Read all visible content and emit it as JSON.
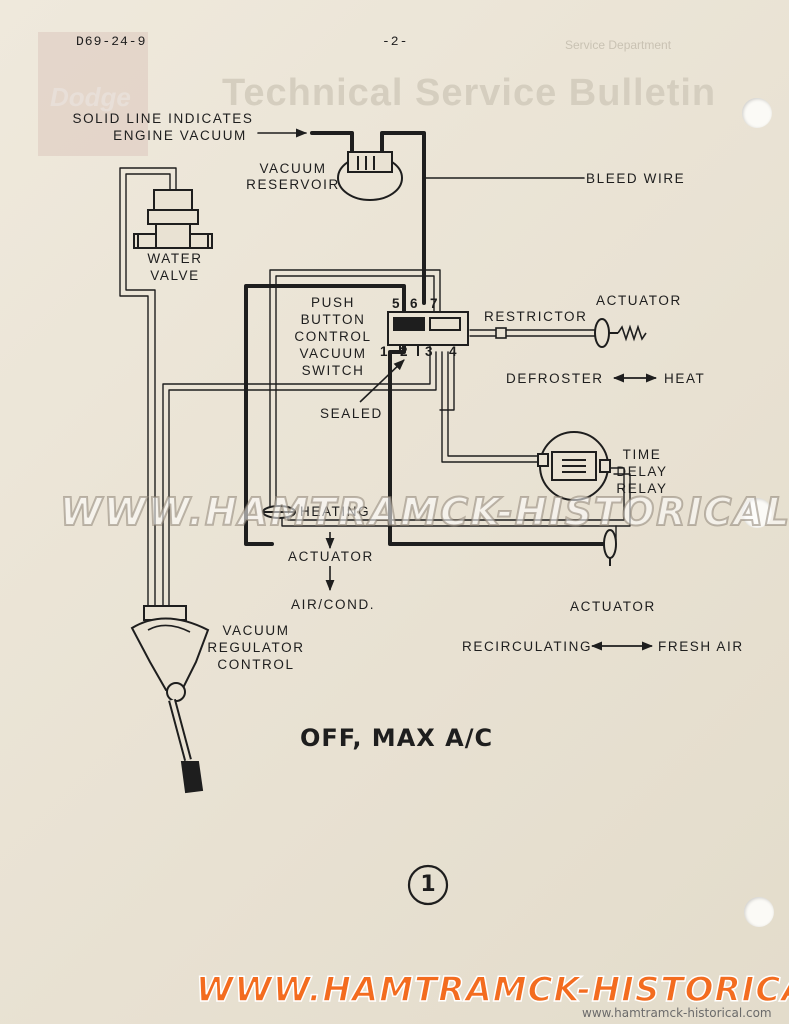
{
  "header": {
    "doc_number": "D69-24-9",
    "page_number": "-2-"
  },
  "bleedthrough": {
    "dept": "Service Department",
    "title": "Technical Service Bulletin",
    "logo_text": "Dodge"
  },
  "diagram": {
    "solid_line_note": [
      "SOLID LINE INDICATES",
      "ENGINE VACUUM"
    ],
    "vacuum_reservoir": [
      "VACUUM",
      "RESERVOIR"
    ],
    "bleed_wire": "BLEED WIRE",
    "water_valve": [
      "WATER",
      "VALVE"
    ],
    "push_button_switch": [
      "PUSH",
      "BUTTON",
      "CONTROL",
      "VACUUM",
      "SWITCH"
    ],
    "port_numbers_top": [
      "5",
      "6",
      "7"
    ],
    "port_numbers_bottom": [
      "1",
      "2",
      "3",
      "4"
    ],
    "actuator_top": "ACTUATOR",
    "restrictor": "RESTRICTOR",
    "defroster": "DEFROSTER",
    "heat": "HEAT",
    "sealed": "SEALED",
    "time_delay_relay": [
      "TIME",
      "DELAY",
      "RELAY"
    ],
    "heating": "HEATING",
    "actuator_mid": "ACTUATOR",
    "air_cond": "AIR/COND.",
    "actuator_right": "ACTUATOR",
    "recirculating": "RECIRCULATING",
    "fresh_air": "FRESH AIR",
    "vacuum_regulator_control": [
      "VACUUM",
      "REGULATOR",
      "CONTROL"
    ],
    "mode_title": "OFF, MAX A/C",
    "figure_number": "1"
  },
  "watermarks": {
    "center": "WWW.HAMTRAMCK-HISTORICAL.COM",
    "bottom": "WWW.HAMTRAMCK-HISTORICAL.COM",
    "bottom_small": "www.hamtramck-historical.com"
  },
  "colors": {
    "ink": "#1e1e1e",
    "paper": "#ece6d8",
    "watermark_orange": "#f36c1f"
  }
}
